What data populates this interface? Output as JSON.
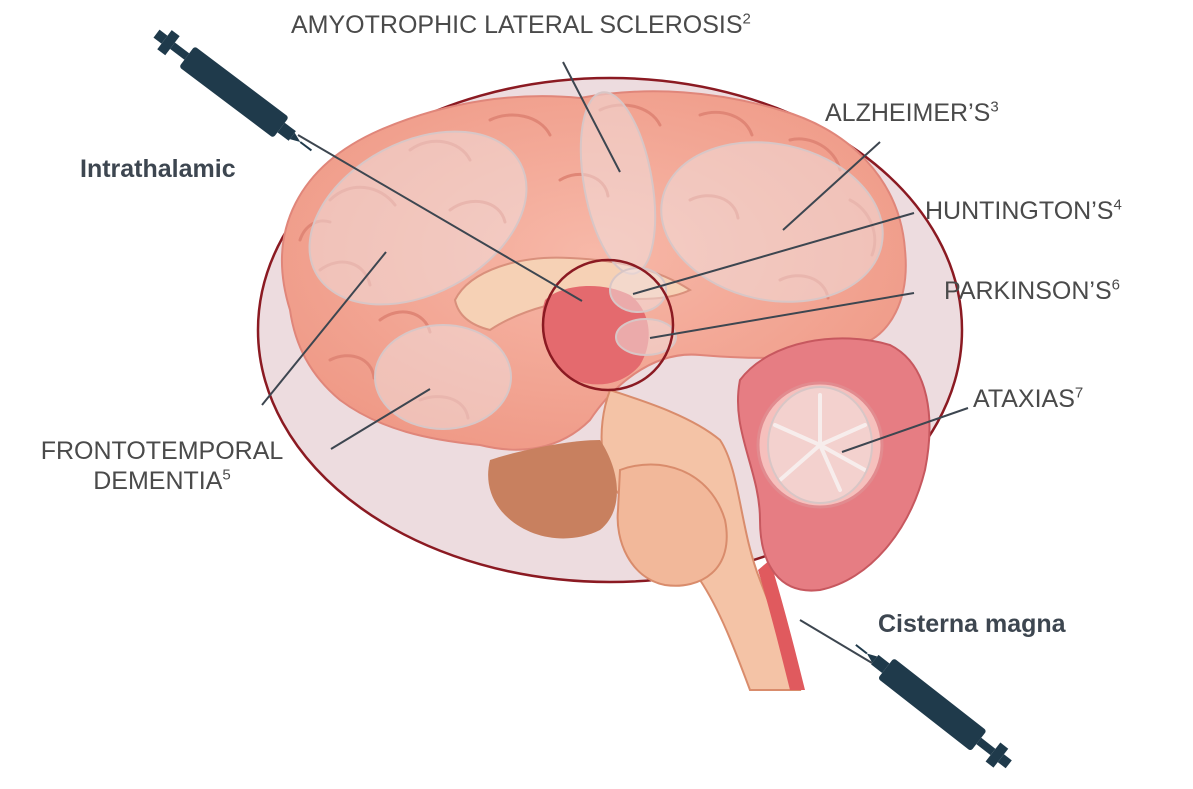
{
  "labels": {
    "als": {
      "text": "AMYOTROPHIC LATERAL SCLEROSIS",
      "ref": "2"
    },
    "alzheimers": {
      "text": "ALZHEIMER’S",
      "ref": "3"
    },
    "huntingtons": {
      "text": "HUNTINGTON’S",
      "ref": "4"
    },
    "parkinsons": {
      "text": "PARKINSON’S",
      "ref": "6"
    },
    "ataxias": {
      "text": "ATAXIAS",
      "ref": "7"
    },
    "ftd_line1": "FRONTOTEMPORAL",
    "ftd_line2": {
      "text": "DEMENTIA",
      "ref": "5"
    }
  },
  "routes": {
    "intrathalamic": "Intrathalamic",
    "cisterna_magna": "Cisterna magna"
  },
  "icons": [
    "syringe-icon",
    "syringe-icon"
  ],
  "colors": {
    "outline": "#8b1a22",
    "halo_fill": "#eddcdf",
    "cortex": "#f4a597",
    "leader": "#3d4650",
    "syringe": "#1f3a4b"
  }
}
